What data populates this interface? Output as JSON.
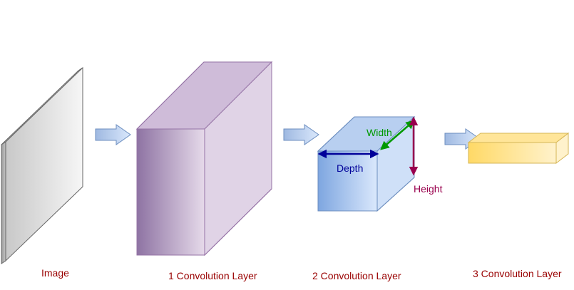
{
  "captions": {
    "image": "Image",
    "layer1": "1 Convolution Layer",
    "layer2": "2 Convolution Layer",
    "layer3": "3 Convolution Layer"
  },
  "dimensions": {
    "width_label": "Width",
    "depth_label": "Depth",
    "height_label": "Height"
  },
  "colors": {
    "caption": "#990000",
    "width": "#009900",
    "depth": "#000099",
    "height": "#99004D",
    "flow_arrow": "#6C8EBF"
  }
}
